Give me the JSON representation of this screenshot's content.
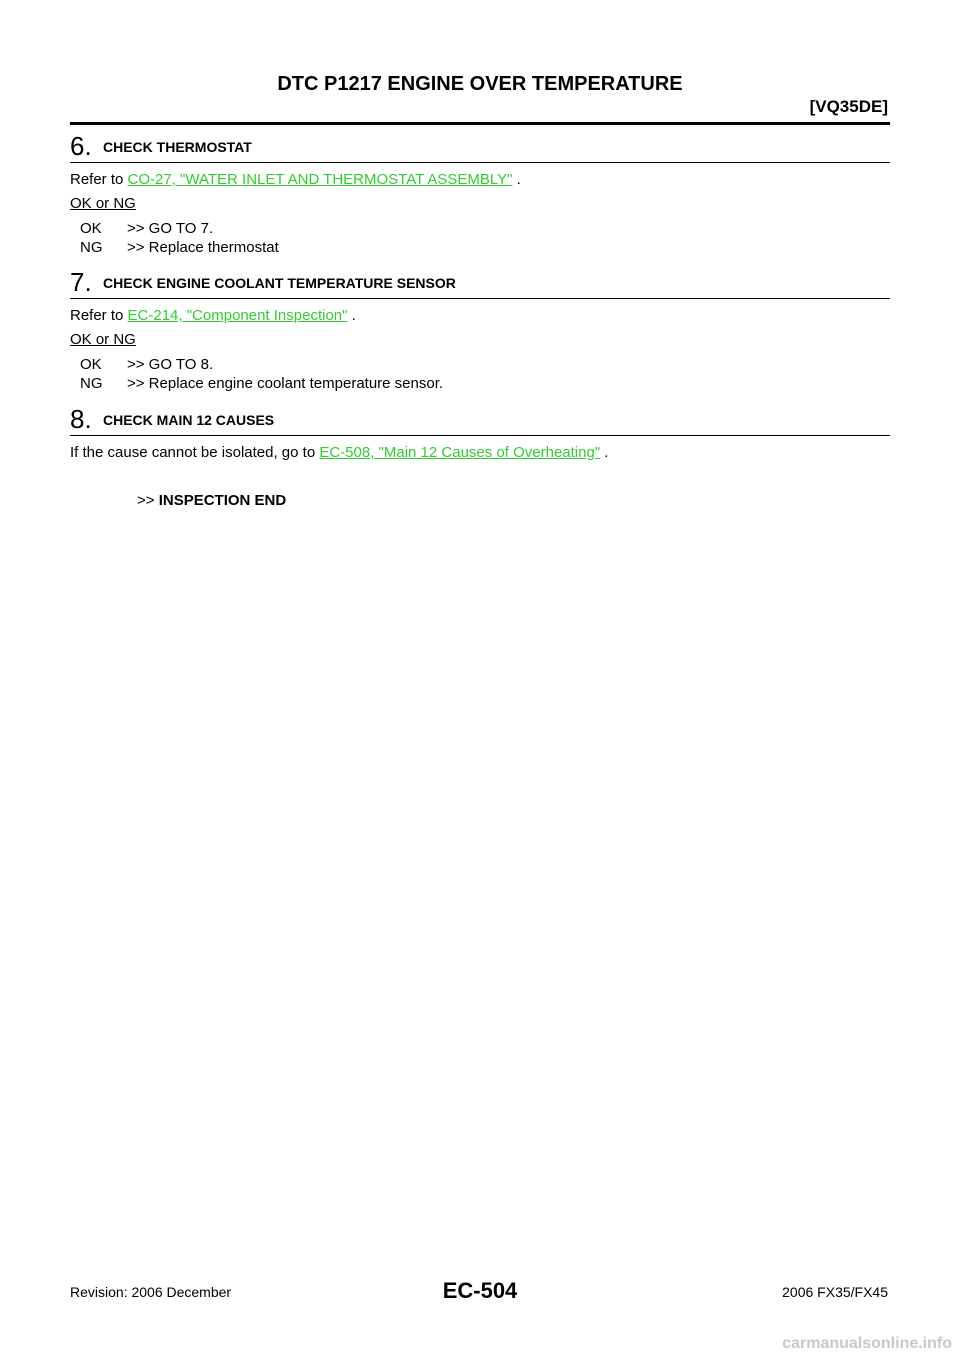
{
  "header": {
    "title": "DTC P1217 ENGINE OVER TEMPERATURE",
    "engine": "[VQ35DE]"
  },
  "steps": [
    {
      "number": "6.",
      "title": "CHECK THERMOSTAT",
      "text_before": "Refer to ",
      "link": "CO-27, \"WATER INLET AND THERMOSTAT ASSEMBLY\"",
      "text_after": " .",
      "question": "OK or NG",
      "answers": [
        {
          "key": "OK",
          "text": ">> GO TO 7."
        },
        {
          "key": "NG",
          "text": ">> Replace thermostat"
        }
      ]
    },
    {
      "number": "7.",
      "title": "CHECK ENGINE COOLANT TEMPERATURE SENSOR",
      "text_before": "Refer to ",
      "link": "EC-214, \"Component Inspection\"",
      "text_after": " .",
      "question": "OK or NG",
      "answers": [
        {
          "key": "OK",
          "text": ">> GO TO 8."
        },
        {
          "key": "NG",
          "text": ">> Replace engine coolant temperature sensor."
        }
      ]
    },
    {
      "number": "8.",
      "title": "CHECK MAIN 12 CAUSES",
      "text_before": "If the cause cannot be isolated, go to ",
      "link": "EC-508, \"Main 12 Causes of Overheating\"",
      "text_after": " .",
      "end_prefix": ">> ",
      "end_text": "INSPECTION END"
    }
  ],
  "footer": {
    "revision": "Revision: 2006 December",
    "page": "EC-504",
    "model": "2006 FX35/FX45"
  },
  "watermark": "carmanualsonline.info",
  "colors": {
    "link": "#33cc33"
  }
}
